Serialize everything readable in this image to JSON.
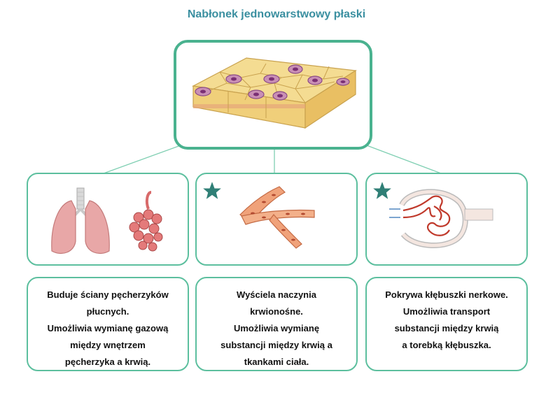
{
  "title": "Nabłonek jednowarstwowy płaski",
  "main_image": {
    "icon": "squamous-epithelium-illustration"
  },
  "cards": [
    {
      "image_icon": "lungs-alveoli-illustration",
      "starred": false,
      "text_lines": [
        "Buduje ściany pęcherzyków",
        "płucnych.",
        "Umożliwia wymianę gazową",
        "między wnętrzem",
        "pęcherzyka a krwią."
      ]
    },
    {
      "image_icon": "blood-vessel-illustration",
      "starred": true,
      "text_lines": [
        "Wyściela naczynia",
        "krwionośne.",
        "Umożliwia wymianę",
        "substancji między krwią a",
        "tkankami ciała."
      ]
    },
    {
      "image_icon": "glomerulus-illustration",
      "starred": true,
      "text_lines": [
        "Pokrywa kłębuszki nerkowe.",
        "Umożliwia transport",
        "substancji między krwią",
        "a torebką kłębuszka."
      ]
    }
  ],
  "colors": {
    "title": "#3a8fa0",
    "border": "#5cbf9e",
    "star": "#2f7f76"
  }
}
